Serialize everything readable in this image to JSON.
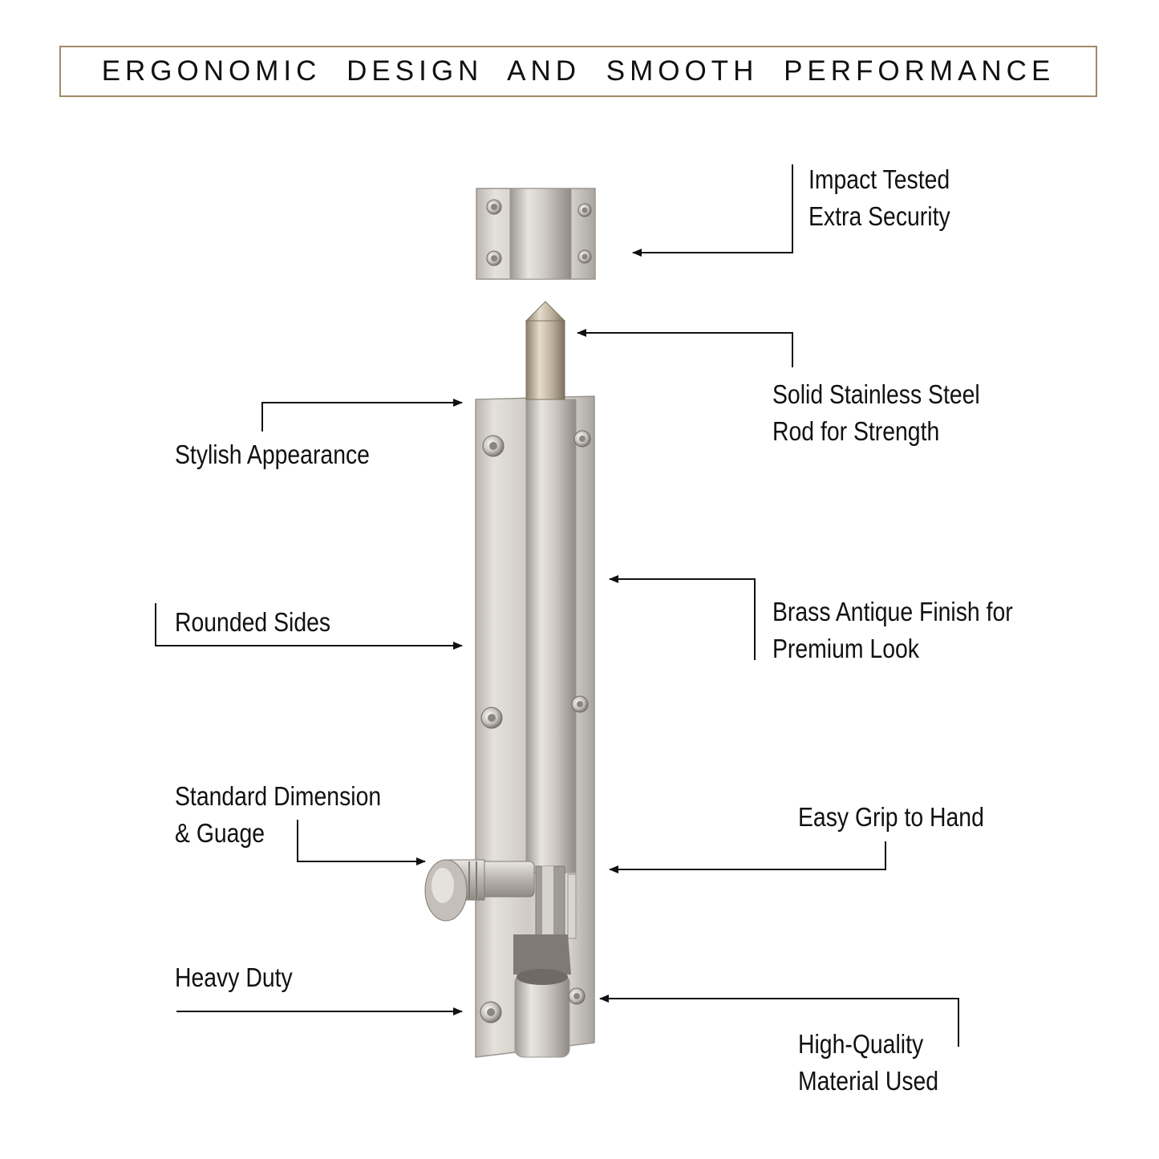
{
  "header": {
    "title": "ERGONOMIC DESIGN AND SMOOTH PERFORMANCE"
  },
  "colors": {
    "frame": "#a08a66",
    "text": "#111111",
    "metal": "#cfcac4",
    "metal_dark": "#8f8a84"
  },
  "callouts": {
    "impact_tested": [
      "Impact Tested",
      "Extra Security"
    ],
    "solid_rod": [
      "Solid Stainless Steel",
      "Rod for Strength"
    ],
    "stylish": [
      "Stylish Appearance"
    ],
    "brass_finish": [
      "Brass Antique Finish for",
      "Premium Look"
    ],
    "rounded": [
      "Rounded Sides"
    ],
    "standard_dimension": [
      "Standard Dimension",
      "& Guage"
    ],
    "easy_grip": [
      "Easy Grip to Hand"
    ],
    "heavy_duty": [
      "Heavy Duty"
    ],
    "high_quality": [
      "High-Quality",
      "Material Used"
    ]
  }
}
